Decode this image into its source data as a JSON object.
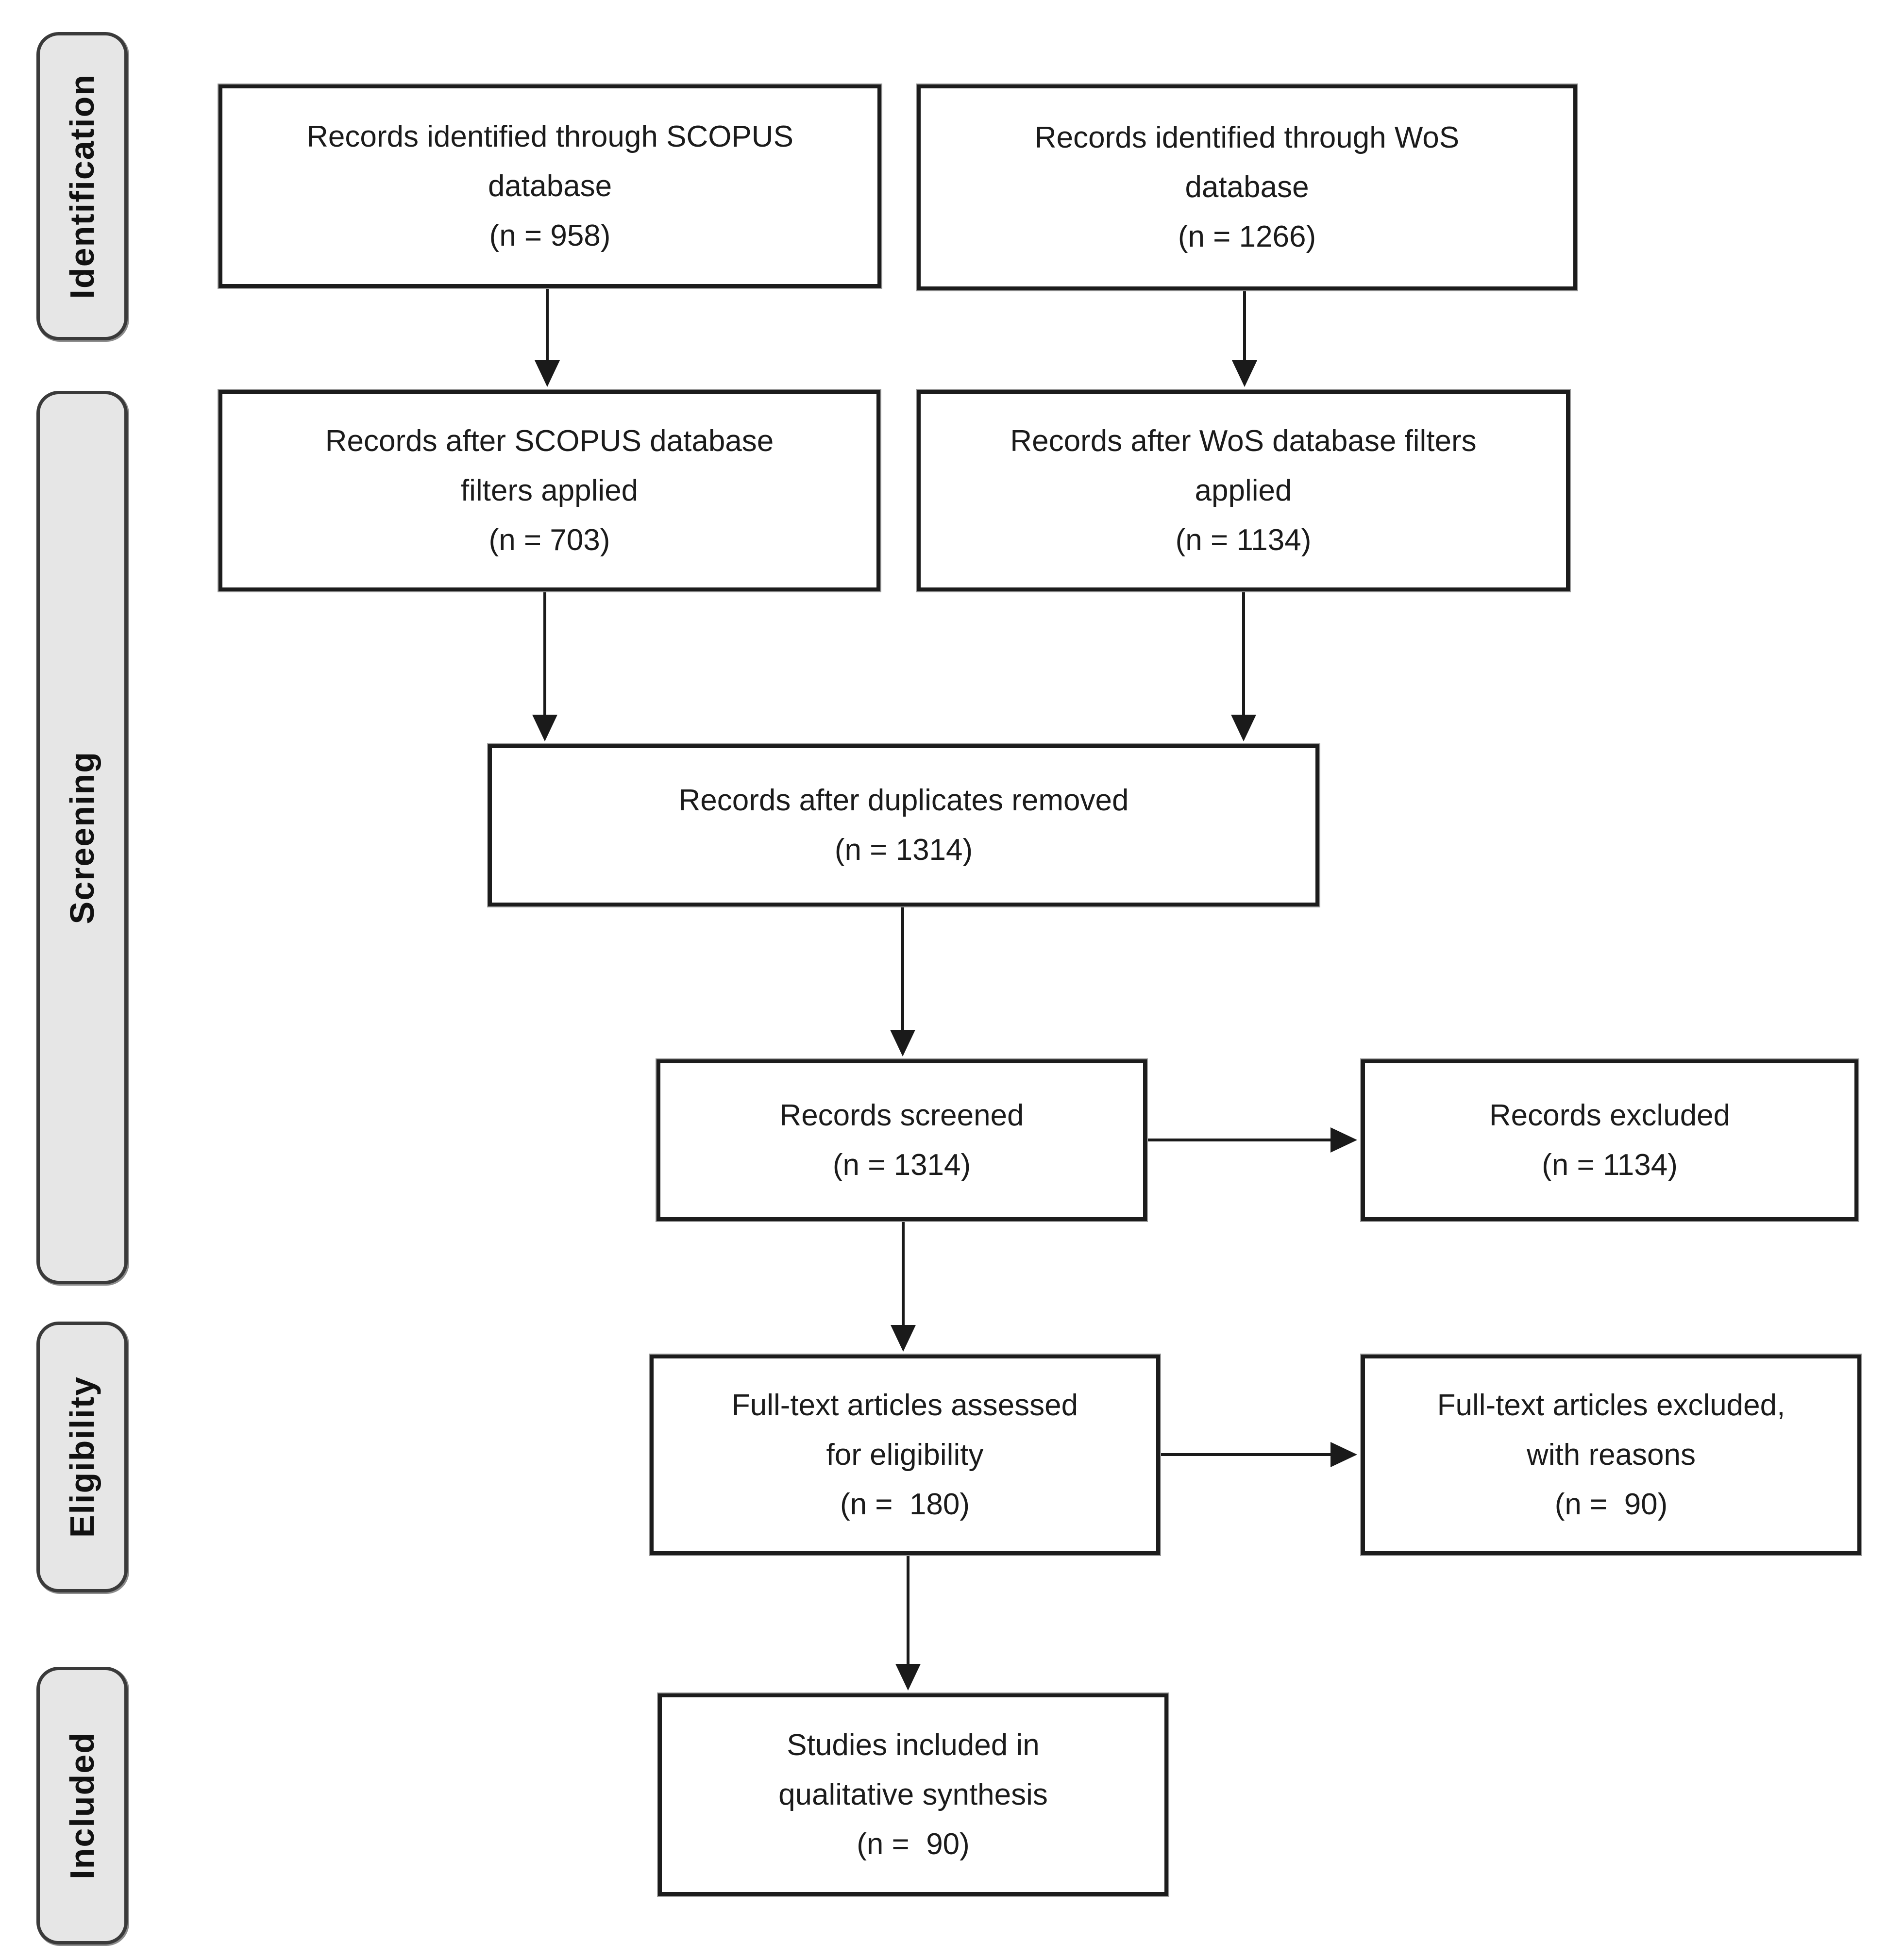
{
  "stages": [
    {
      "id": "identification",
      "label": "Identification"
    },
    {
      "id": "screening",
      "label": "Screening"
    },
    {
      "id": "eligibility",
      "label": "Eligibility"
    },
    {
      "id": "included",
      "label": "Included"
    }
  ],
  "boxes": {
    "scopus_identified": {
      "lines": [
        "Records identified through SCOPUS",
        "database",
        "(n = 958)"
      ],
      "n": 958
    },
    "wos_identified": {
      "lines": [
        "Records identified through WoS",
        "database",
        "(n = 1266)"
      ],
      "n": 1266
    },
    "scopus_filtered": {
      "lines": [
        "Records after SCOPUS database",
        "filters applied",
        "(n = 703)"
      ],
      "n": 703
    },
    "wos_filtered": {
      "lines": [
        "Records after WoS database filters",
        "applied",
        "(n = 1134)"
      ],
      "n": 1134
    },
    "duplicates_removed": {
      "lines": [
        "Records after duplicates removed",
        "(n = 1314)"
      ],
      "n": 1314
    },
    "records_screened": {
      "lines": [
        "Records screened",
        "(n = 1314)"
      ],
      "n": 1314
    },
    "records_excluded": {
      "lines": [
        "Records excluded",
        "(n = 1134)"
      ],
      "n": 1134
    },
    "fulltext_assessed": {
      "lines": [
        "Full-text articles assessed",
        "for eligibility",
        "(n =  180)"
      ],
      "n": 180
    },
    "fulltext_excluded": {
      "lines": [
        "Full-text articles excluded,",
        "with reasons",
        "(n =  90)"
      ],
      "n": 90
    },
    "studies_included": {
      "lines": [
        "Studies included in",
        "qualitative synthesis",
        "(n =  90)"
      ],
      "n": 90
    }
  },
  "edges": [
    {
      "from": "scopus_identified",
      "to": "scopus_filtered"
    },
    {
      "from": "wos_identified",
      "to": "wos_filtered"
    },
    {
      "from": "scopus_filtered",
      "to": "duplicates_removed"
    },
    {
      "from": "wos_filtered",
      "to": "duplicates_removed"
    },
    {
      "from": "duplicates_removed",
      "to": "records_screened"
    },
    {
      "from": "records_screened",
      "to": "records_excluded"
    },
    {
      "from": "records_screened",
      "to": "fulltext_assessed"
    },
    {
      "from": "fulltext_assessed",
      "to": "fulltext_excluded"
    },
    {
      "from": "fulltext_assessed",
      "to": "studies_included"
    }
  ],
  "colors": {
    "box_fill": "#ffffff",
    "box_border": "#1c1c1c",
    "stage_fill": "#e6e6e6",
    "stage_border": "#3a3a3a",
    "text": "#1b1b1b",
    "arrow": "#1a1a1a"
  }
}
